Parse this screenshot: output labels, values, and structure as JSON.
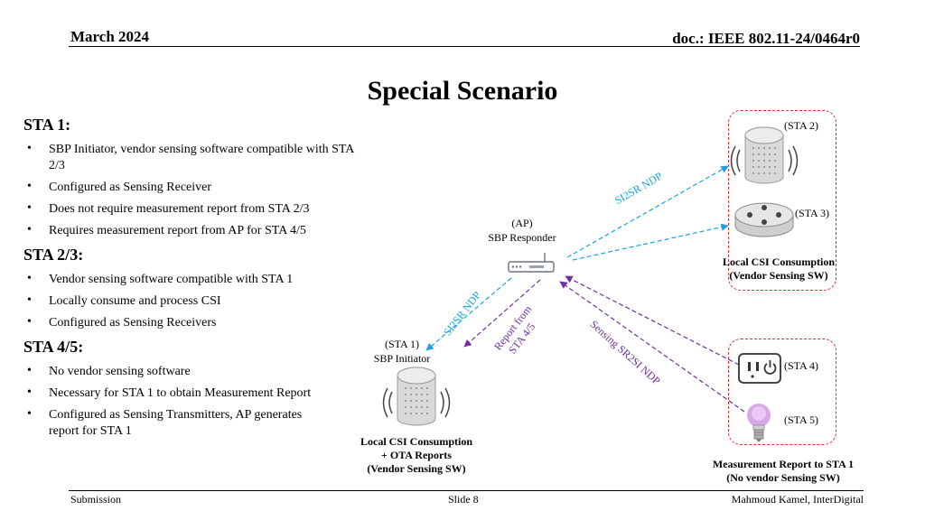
{
  "header": {
    "date": "March 2024",
    "doc": "doc.: IEEE 802.11-24/0464r0"
  },
  "title": "Special Scenario",
  "left_panel": {
    "sta1": {
      "heading": "STA 1:",
      "bullets": [
        "SBP Initiator, vendor sensing software compatible with STA 2/3",
        "Configured as Sensing Receiver",
        "Does not require measurement report from STA 2/3",
        "Requires measurement report from AP for STA 4/5"
      ]
    },
    "sta23": {
      "heading": "STA 2/3:",
      "bullets": [
        "Vendor sensing software compatible with STA 1",
        "Locally consume and process CSI",
        "Configured as Sensing Receivers"
      ]
    },
    "sta45": {
      "heading": "STA 4/5:",
      "bullets": [
        "No vendor sensing software",
        "Necessary for STA 1 to obtain Measurement Report",
        "Configured as Sensing Transmitters, AP generates report for STA 1"
      ]
    },
    "bullet_symbol": "•"
  },
  "diagram": {
    "ap": {
      "line1": "(AP)",
      "line2": "SBP Responder"
    },
    "sta1": {
      "line1": "(STA 1)",
      "line2": "SBP Initiator",
      "caption1": "Local CSI Consumption",
      "caption2": "+ OTA Reports",
      "caption3": "(Vendor Sensing SW)"
    },
    "sta2": {
      "label": "(STA 2)"
    },
    "sta3": {
      "label": "(STA 3)"
    },
    "sta23_caption1": "Local CSI Consumption",
    "sta23_caption2": "(Vendor Sensing SW)",
    "sta4": {
      "label": "(STA 4)"
    },
    "sta5": {
      "label": "(STA 5)"
    },
    "sta45_caption1": "Measurement Report to STA 1",
    "sta45_caption2": "(No vendor Sensing SW)",
    "arrow_labels": {
      "si2sr_right": "SI2SR NDP",
      "si2sr_left": "SI2SR NDP",
      "report_line1": "Report from",
      "report_line2": "STA 4/5",
      "sr2si": "Sensing SR2SI NDP"
    },
    "colors": {
      "blue_arrow": "#1ba1e2",
      "purple_arrow": "#7030a0",
      "group_border": "#e03030"
    }
  },
  "footer": {
    "left": "Submission",
    "center": "Slide 8",
    "right": "Mahmoud Kamel, InterDigital"
  }
}
